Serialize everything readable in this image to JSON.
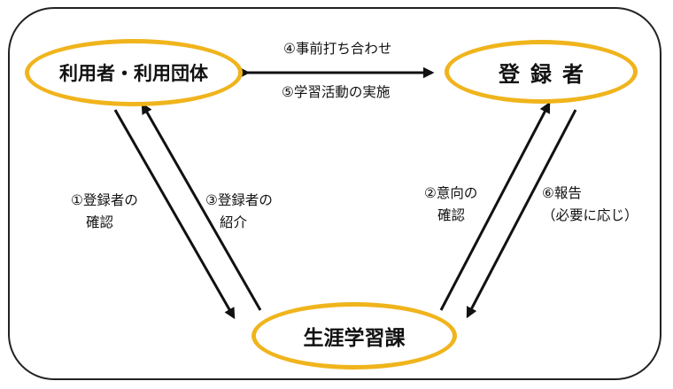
{
  "nodes": {
    "users": "利用者・利用団体",
    "registrant": "登録者",
    "office": "生涯学習課"
  },
  "links": {
    "top_1": "④事前打ち合わせ",
    "top_2": "⑤学習活動の実施",
    "left_out_1": "①登録者の",
    "left_out_2": "確認",
    "left_in_1": "③登録者の",
    "left_in_2": "紹介",
    "right_out_1": "②意向の",
    "right_out_2": "確認",
    "right_in_1": "⑥報告",
    "right_in_2": "（必要に応じ）"
  },
  "colors": {
    "node_border": "#F0B41C",
    "line": "#111111"
  }
}
